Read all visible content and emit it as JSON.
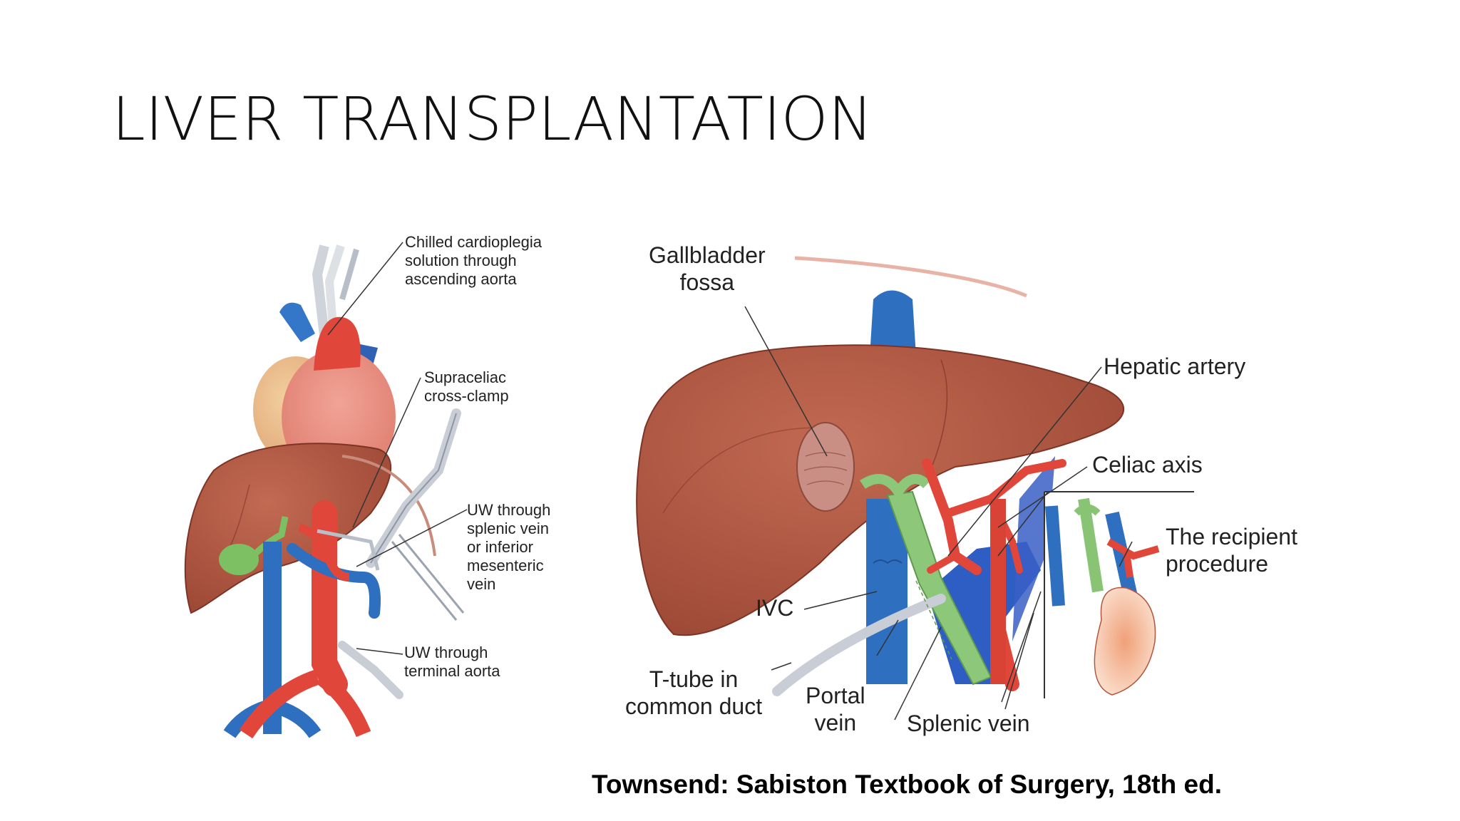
{
  "slide": {
    "title": "LIVER TRANSPLANTATION",
    "citation": "Townsend: Sabiston Textbook of Surgery, 18th ed."
  },
  "left_figure": {
    "labels": {
      "cardioplegia": "Chilled cardioplegia\nsolution through\nascending aorta",
      "cross_clamp": "Supraceliac\ncross-clamp",
      "uw_splenic": "UW through\nsplenic vein\nor inferior\nmesenteric\nvein",
      "uw_terminal": "UW through\nterminal aorta"
    }
  },
  "right_figure": {
    "labels": {
      "gallbladder_fossa": "Gallbladder\nfossa",
      "hepatic_artery": "Hepatic artery",
      "celiac_axis": "Celiac axis",
      "recipient_procedure": "The recipient\nprocedure",
      "ivc": "IVC",
      "t_tube": "T-tube in\ncommon duct",
      "portal_vein": "Portal\nvein",
      "splenic_vein": "Splenic vein"
    }
  },
  "colors": {
    "liver": "#b55a44",
    "liver_dark": "#8f3e2e",
    "vein_blue": "#2f6fc0",
    "artery_red": "#e0463a",
    "bile_green": "#88c474",
    "heart_pink": "#e8877d",
    "heart_tan": "#e9b98a",
    "tube_grey": "#c9ced6"
  }
}
